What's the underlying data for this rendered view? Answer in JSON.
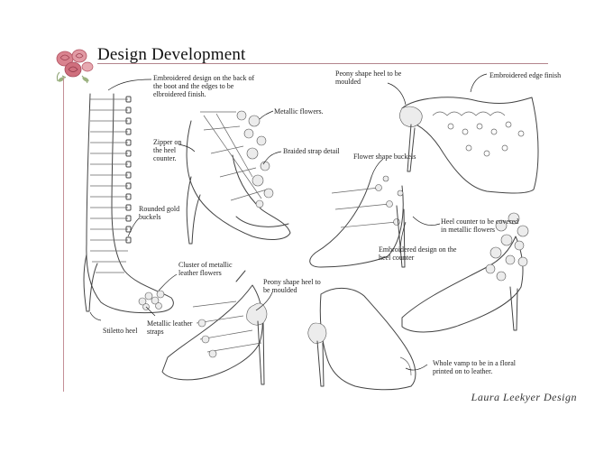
{
  "header": {
    "title": "Design Development"
  },
  "annotations": {
    "embroidered_back": "Embroidered design on the back of the boot and the edges to be elbroidered finish.",
    "metallic_flowers": "Metallic flowers.",
    "zipper": "Zipper on the heel counter.",
    "braided_strap": "Braided strap detail",
    "rounded_gold": "Rounded gold buckels",
    "cluster_metallic": "Cluster of metallic leather flowers",
    "stiletto": "Stiletto heel",
    "metallic_straps": "Metallic leather straps",
    "peony_top": "Peony shape heel to be moulded",
    "embroidered_edge": "Embroidered edge finish",
    "flower_buckels": "Flower shape buckels",
    "heel_counter": "Heel counter to be covered in metallic flowers",
    "embroidered_heel": "Embroidered design on the heel counter",
    "peony_mid": "Peony shape heel to be moulded",
    "whole_vamp": "Whole vamp to be in a floral printed on to leather."
  },
  "signature": "Laura Leekyer Design",
  "colors": {
    "rule": "#b4848c",
    "rose": "#d9838f",
    "rose_dark": "#b2505f",
    "leaf": "#8aa070"
  },
  "icons": [
    "rose-cluster-icon"
  ]
}
